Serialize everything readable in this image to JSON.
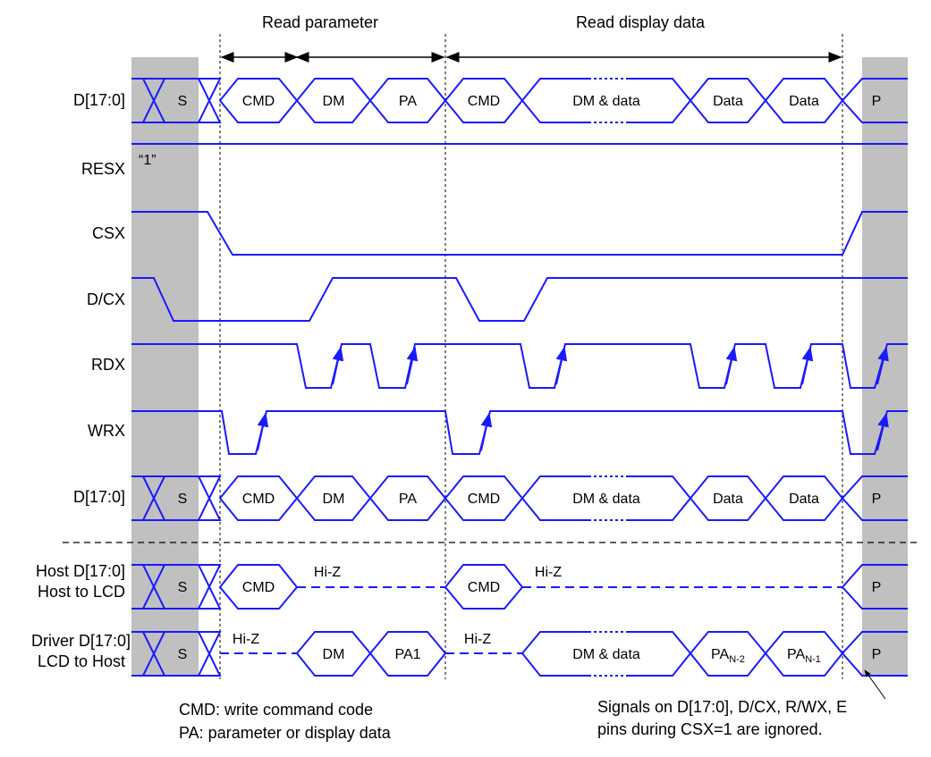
{
  "phases": {
    "read_parameter": "Read parameter",
    "read_display_data": "Read display data"
  },
  "signals": {
    "d_top": "D[17:0]",
    "resx": "RESX",
    "csx": "CSX",
    "dcx": "D/CX",
    "rdx": "RDX",
    "wrx": "WRX",
    "d_bottom": "D[17:0]",
    "host_line1": "Host D[17:0]",
    "host_line2": "Host to LCD",
    "driver_line1": "Driver D[17:0]",
    "driver_line2": "LCD to Host"
  },
  "resx_value": "“1”",
  "bus_top": [
    "S",
    "CMD",
    "DM",
    "PA",
    "CMD",
    "DM & data",
    "Data",
    "Data",
    "P"
  ],
  "bus_bottom": [
    "S",
    "CMD",
    "DM",
    "PA",
    "CMD",
    "DM & data",
    "Data",
    "Data",
    "P"
  ],
  "host_bus": {
    "s": "S",
    "cmd1": "CMD",
    "hiz1": "Hi-Z",
    "cmd2": "CMD",
    "hiz2": "Hi-Z",
    "p": "P"
  },
  "driver_bus": {
    "s": "S",
    "hiz1": "Hi-Z",
    "dm": "DM",
    "pa1": "PA1",
    "hiz2": "Hi-Z",
    "dm_data": "DM & data",
    "pa_n2_base": "PA",
    "pa_n2_sub": "N-2",
    "pa_n1_base": "PA",
    "pa_n1_sub": "N-1",
    "p": "P"
  },
  "legend": {
    "cmd": "CMD: write command code",
    "pa": "PA: parameter or display data"
  },
  "note": {
    "line1": "Signals on D[17:0], D/CX, R/WX, E",
    "line2": "pins during CSX=1 are ignored."
  },
  "colors": {
    "signal": "#1a1aff",
    "shade": "#c0c0c0"
  }
}
